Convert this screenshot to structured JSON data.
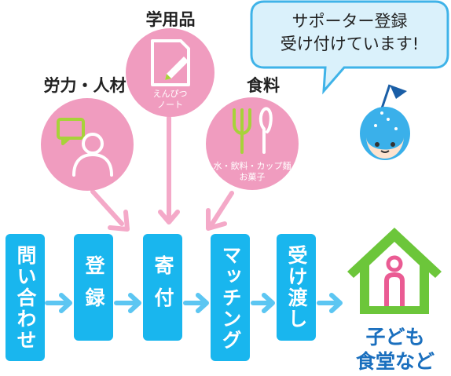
{
  "colors": {
    "circle": "#f09cbf",
    "arrow_pink": "#f4a9c8",
    "step": "#19b6ee",
    "arrow_blue": "#5cc6f2",
    "house": "#6cc63a",
    "door": "#ea5b93",
    "dest_text": "#1a6fbe",
    "bubble_fill": "#daf1fb",
    "bubble_stroke": "#3fb3e8",
    "mascot": "#3ab0ea"
  },
  "speech_bubble": {
    "line1": "サポーター登録",
    "line2": "受け付けています!"
  },
  "categories": [
    {
      "id": "labor",
      "label": "労力・人材",
      "icon": "person-chat-icon",
      "sub": ""
    },
    {
      "id": "supplies",
      "label": "学用品",
      "icon": "pencil-note-icon",
      "sub_line1": "えんぴつ",
      "sub_line2": "ノート"
    },
    {
      "id": "food",
      "label": "食料",
      "icon": "fork-spoon-icon",
      "sub_line1": "水・飲料・カップ麺",
      "sub_line2": "お菓子"
    }
  ],
  "steps": [
    {
      "label": "問い合わせ"
    },
    {
      "label": "登録"
    },
    {
      "label": "寄付"
    },
    {
      "label": "マッチング"
    },
    {
      "label": "受け渡し"
    }
  ],
  "destination": {
    "label": "子ども\n食堂など",
    "icon": "house-icon"
  }
}
